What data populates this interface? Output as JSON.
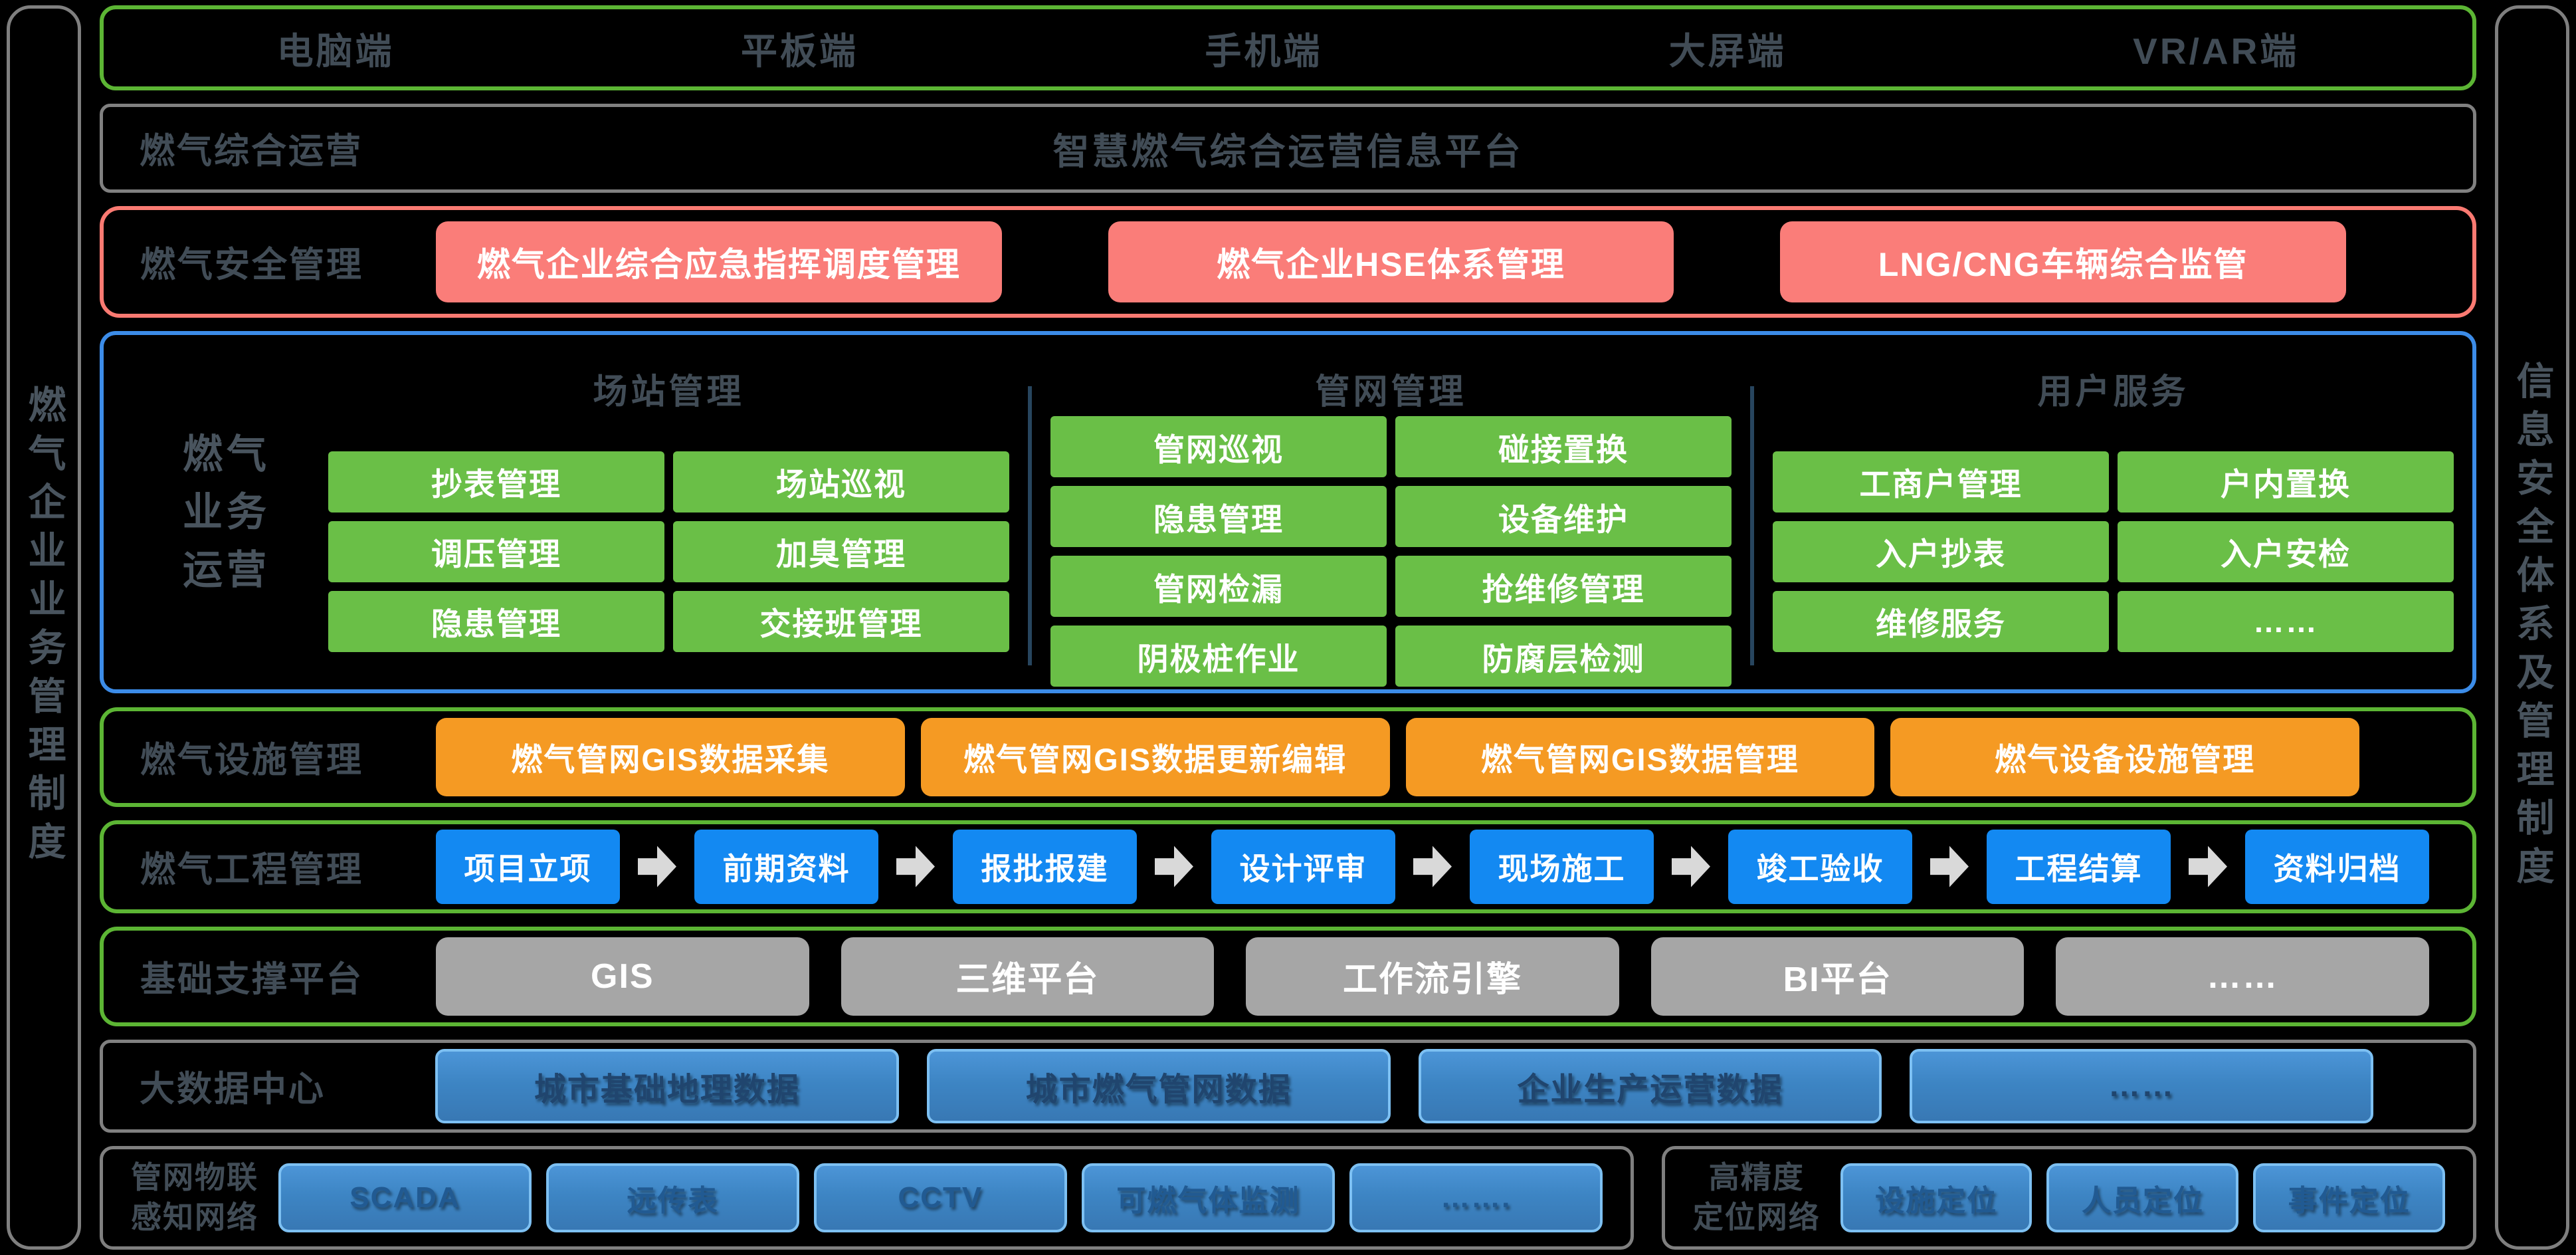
{
  "colors": {
    "background": "#000000",
    "green_accent": "#5cb534",
    "green_button": "#6abf47",
    "red_accent": "#fa7a72",
    "red_button": "#fa7d79",
    "blue_section_border": "#3c8ce8",
    "blue_step_button": "#1389f2",
    "orange_button": "#f59a23",
    "gray_button": "#a6a6a6",
    "gray_border": "#808080",
    "steel_blue_button": "#3d85c4",
    "steel_blue_button_border": "#7dc0f2",
    "label_text": "#414c56",
    "arrow_gray": "#d9d9d9"
  },
  "left_pillar": {
    "text": "燃气企业业务管理制度"
  },
  "right_pillar": {
    "text": "信息安全体系及管理制度"
  },
  "terminal_bar": {
    "items": [
      "电脑端",
      "平板端",
      "手机端",
      "大屏端",
      "VR/AR端"
    ]
  },
  "platform_row": {
    "label": "燃气综合运营",
    "title": "智慧燃气综合运营信息平台"
  },
  "safety_row": {
    "label": "燃气安全管理",
    "buttons": [
      "燃气企业综合应急指挥调度管理",
      "燃气企业HSE体系管理",
      "LNG/CNG车辆综合监管"
    ]
  },
  "business_section": {
    "label_lines": [
      "燃气",
      "业务",
      "运营"
    ],
    "columns": [
      {
        "header": "场站管理",
        "buttons": [
          "抄表管理",
          "场站巡视",
          "调压管理",
          "加臭管理",
          "隐患管理",
          "交接班管理"
        ]
      },
      {
        "header": "管网管理",
        "buttons": [
          "管网巡视",
          "碰接置换",
          "隐患管理",
          "设备维护",
          "管网检漏",
          "抢维修管理",
          "阴极桩作业",
          "防腐层检测"
        ]
      },
      {
        "header": "用户服务",
        "buttons": [
          "工商户管理",
          "户内置换",
          "入户抄表",
          "入户安检",
          "维修服务",
          "……"
        ]
      }
    ]
  },
  "facility_row": {
    "label": "燃气设施管理",
    "buttons": [
      "燃气管网GIS数据采集",
      "燃气管网GIS数据更新编辑",
      "燃气管网GIS数据管理",
      "燃气设备设施管理"
    ]
  },
  "engineering_row": {
    "label": "燃气工程管理",
    "steps": [
      "项目立项",
      "前期资料",
      "报批报建",
      "设计评审",
      "现场施工",
      "竣工验收",
      "工程结算",
      "资料归档"
    ]
  },
  "support_row": {
    "label": "基础支撑平台",
    "buttons": [
      "GIS",
      "三维平台",
      "工作流引擎",
      "BI平台",
      "……"
    ]
  },
  "bigdata_row": {
    "label": "大数据中心",
    "buttons": [
      "城市基础地理数据",
      "城市燃气管网数据",
      "企业生产运营数据",
      "……"
    ]
  },
  "iot_row": {
    "label_lines": [
      "管网物联",
      "感知网络"
    ],
    "buttons": [
      "SCADA",
      "远传表",
      "CCTV",
      "可燃气体监测",
      "……."
    ]
  },
  "positioning_row": {
    "label_lines": [
      "高精度",
      "定位网络"
    ],
    "buttons": [
      "设施定位",
      "人员定位",
      "事件定位"
    ]
  }
}
